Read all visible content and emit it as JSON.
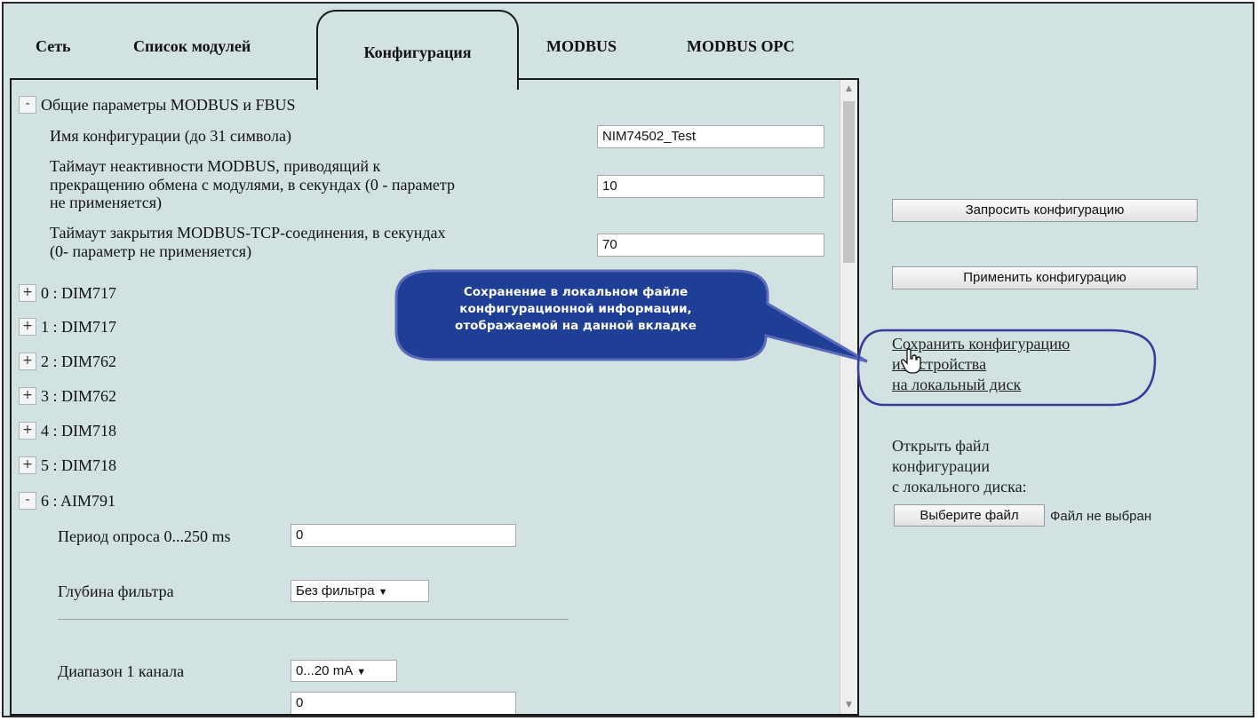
{
  "tabs": {
    "network": "Сеть",
    "modules_list": "Список модулей",
    "configuration": "Конфигурация",
    "modbus": "MODBUS",
    "modbus_opc": "MODBUS OPC"
  },
  "config": {
    "general_section": {
      "toggle": "-",
      "title": "Общие параметры MODBUS и FBUS",
      "name_label": "Имя конфигурации (до 31 символа)",
      "name_value": "NIM74502_Test",
      "timeout_label_1": "Таймаут неактивности MODBUS, приводящий к",
      "timeout_label_2": "прекращению обмена с модулями, в секундах (0 - параметр",
      "timeout_label_3": "не применяется)",
      "timeout_value": "10",
      "tcp_label_1": "Таймаут закрытия MODBUS-TCP-соединения, в секундах",
      "tcp_label_2": "(0- параметр не применяется)",
      "tcp_value": "70"
    },
    "modules": [
      {
        "toggle": "+",
        "label": "0 : DIM717"
      },
      {
        "toggle": "+",
        "label": "1 : DIM717"
      },
      {
        "toggle": "+",
        "label": "2 : DIM762"
      },
      {
        "toggle": "+",
        "label": "3 : DIM762"
      },
      {
        "toggle": "+",
        "label": "4 : DIM718"
      },
      {
        "toggle": "+",
        "label": "5 : DIM718"
      },
      {
        "toggle": "-",
        "label": "6 : AIM791"
      }
    ],
    "aim791": {
      "poll_label": "Период опроса 0...250 ms",
      "poll_value": "0",
      "filter_label": "Глубина фильтра",
      "filter_value": "Без фильтра",
      "range_label": "Диапазон 1 канала",
      "range_value": "0...20 mA",
      "range_extra_value": "0"
    }
  },
  "actions": {
    "request_config": "Запросить конфигурацию",
    "apply_config": "Применить конфигурацию",
    "save_link_1": "Сохранить конфигурацию",
    "save_link_2": "из устройства",
    "save_link_3": "на локальный диск",
    "open_file_1": "Открыть файл",
    "open_file_2": "конфигурации",
    "open_file_3": "с локального диска:",
    "choose_file": "Выберите файл",
    "no_file": "Файл не выбран"
  },
  "callout": {
    "line_1": "Сохранение в локальном файле",
    "line_2": "конфигурационной информации,",
    "line_3": "отображаемой на данной вкладке"
  },
  "icons": {
    "dropdown": "triangle-down",
    "cursor": "hand-pointer"
  },
  "colors": {
    "panel_bg": "#d2e2e2",
    "callout_fill": "#1f3f97",
    "callout_border": "#5a6ab8",
    "highlight_ellipse": "#3a3a9a"
  }
}
